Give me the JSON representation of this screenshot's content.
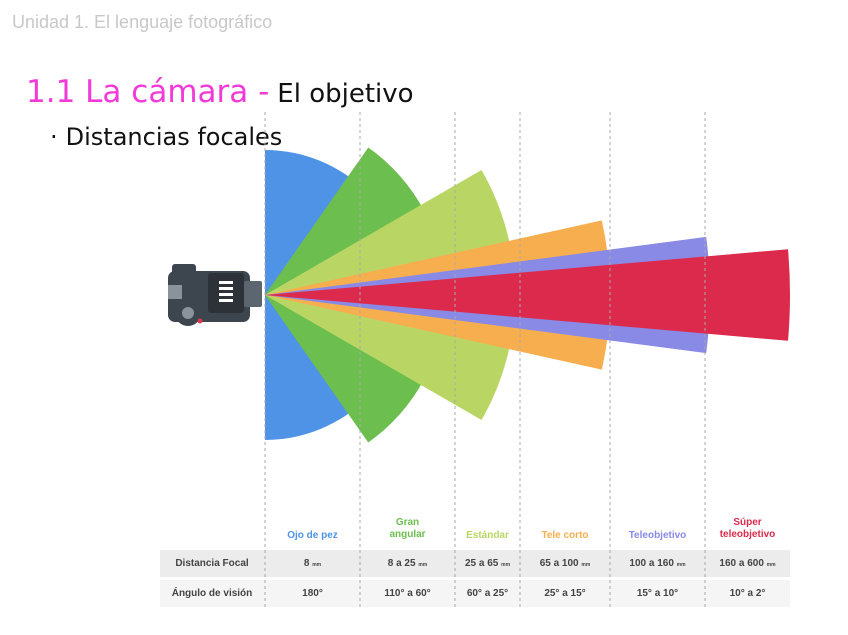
{
  "header": {
    "unit_title": "Unidad 1. El lenguaje fotográfico"
  },
  "title": {
    "main": "1.1 La cámara -",
    "sub": "El objetivo"
  },
  "bullet": {
    "marker": "·",
    "text": "Distancias focales"
  },
  "camera": {
    "icon": "camera-icon"
  },
  "categories": [
    {
      "name": "Ojo de pez",
      "color": "#4f93e6",
      "angle_deg": 180,
      "focal": "8",
      "unit": "mm",
      "angle_text": "180°"
    },
    {
      "name": "Gran\nangular",
      "color": "#6cbf4e",
      "angle_deg": 110,
      "focal": "8 a 25",
      "unit": "mm",
      "angle_text": "110° a 60°"
    },
    {
      "name": "Estándar",
      "color": "#b9d664",
      "angle_deg": 60,
      "focal": "25 a 65",
      "unit": "mm",
      "angle_text": "60° a 25°"
    },
    {
      "name": "Tele corto",
      "color": "#f6ae4f",
      "angle_deg": 25,
      "focal": "65 a 100",
      "unit": "mm",
      "angle_text": "25° a 15°"
    },
    {
      "name": "Teleobjetivo",
      "color": "#8989e6",
      "angle_deg": 15,
      "focal": "100 a 160",
      "unit": "mm",
      "angle_text": "15° a 10°"
    },
    {
      "name": "Súper\nteleobjetivo",
      "color": "#dc2a4c",
      "angle_deg": 10,
      "focal": "160 a 600",
      "unit": "mm",
      "angle_text": "10° a 2°"
    }
  ],
  "table": {
    "row_focal": "Distancia Focal",
    "row_angle": "Ángulo de visión"
  }
}
